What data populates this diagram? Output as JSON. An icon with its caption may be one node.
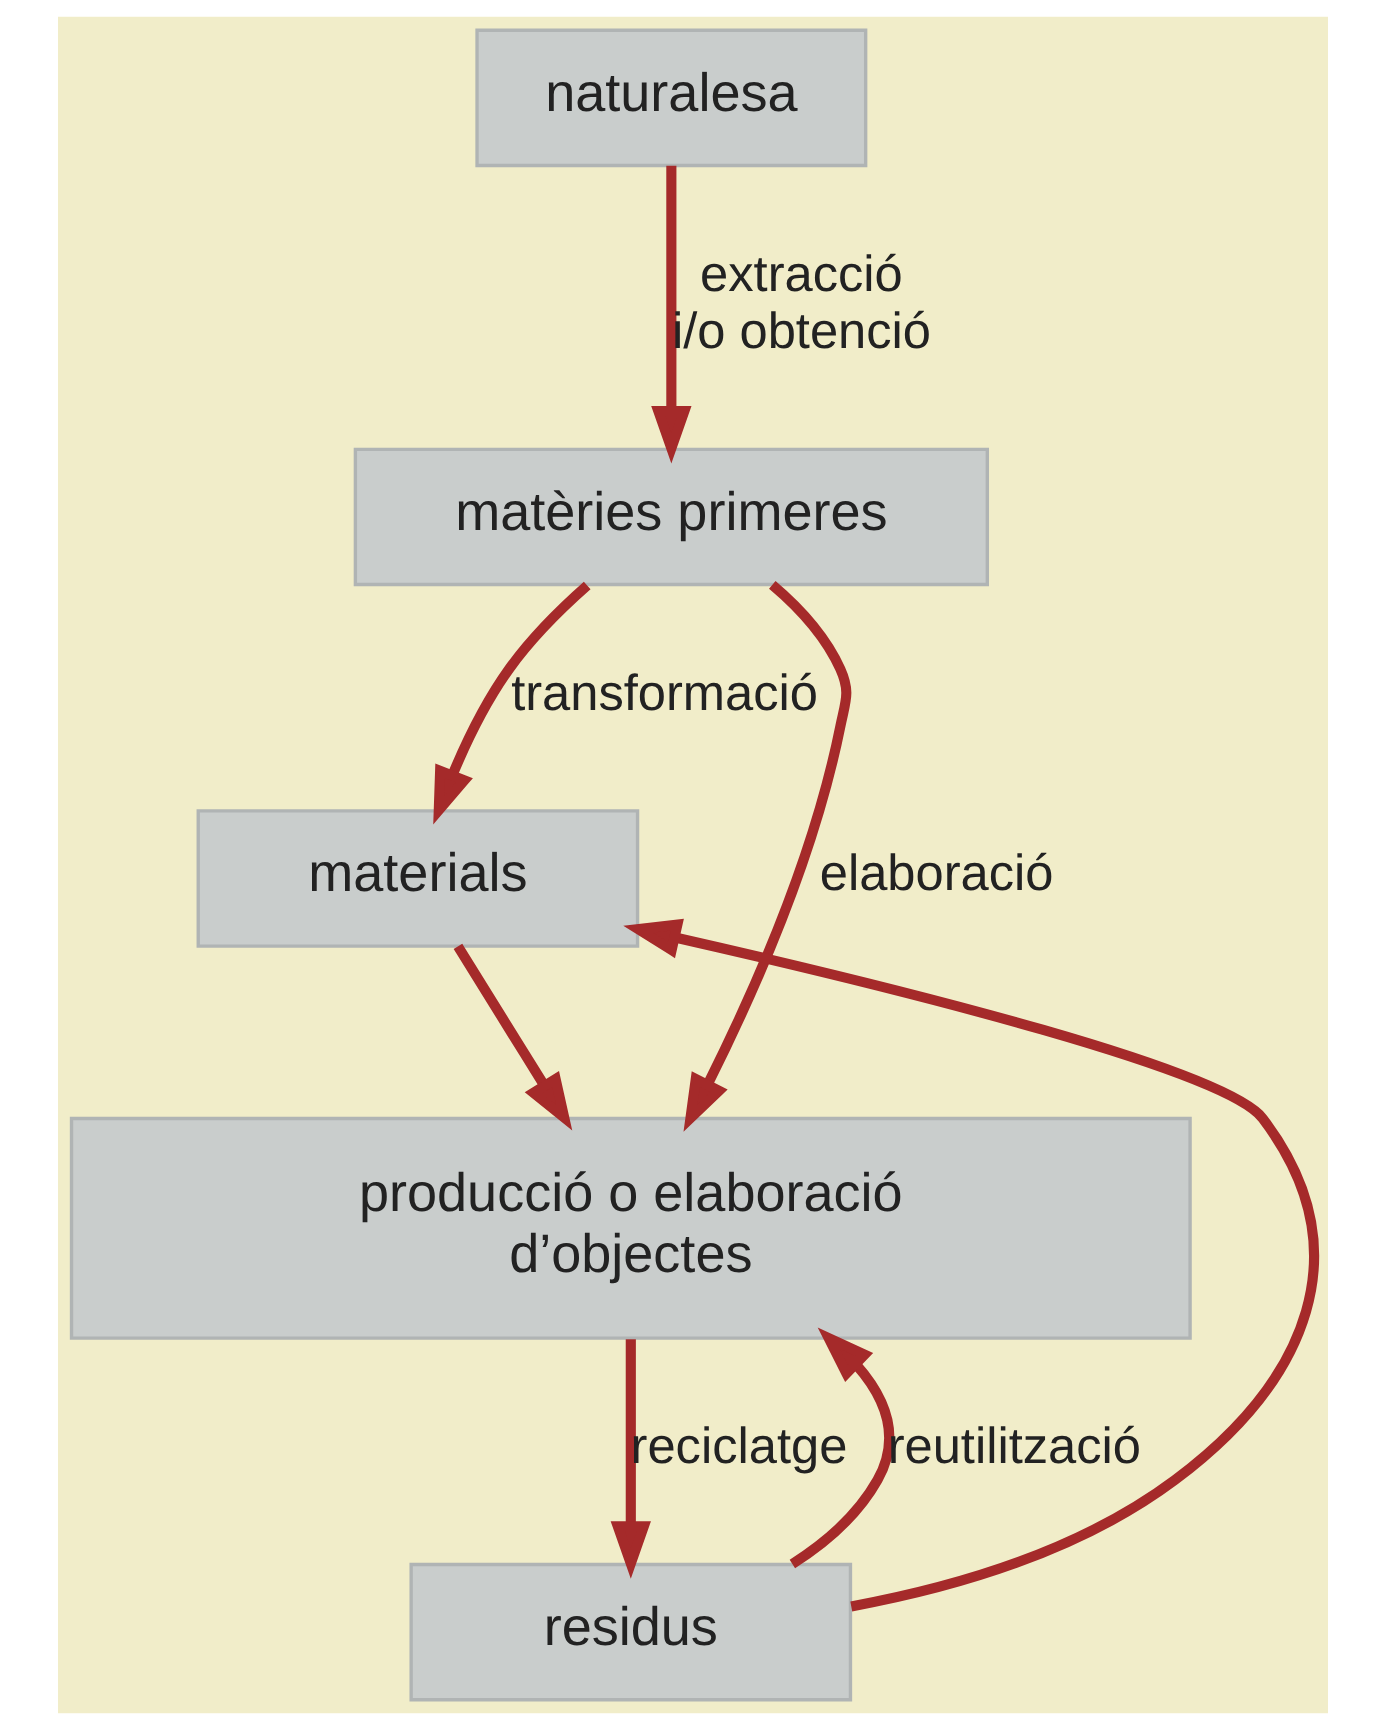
{
  "diagram": {
    "nodes": [
      {
        "text": [
          "naturalesa"
        ]
      },
      {
        "text": [
          "matèries primeres"
        ]
      },
      {
        "text": [
          "materials"
        ]
      },
      {
        "text": [
          "producció o elaboració d’objectes"
        ]
      },
      {
        "text": [
          "residus"
        ]
      }
    ],
    "edges": [
      {
        "from": 0,
        "to": 1,
        "arrow": "to",
        "label": "extracció i/o obtenció"
      },
      {
        "from": 1,
        "to": 2,
        "arrow": "to",
        "label": "transformació"
      },
      {
        "from": 1,
        "to": 3,
        "arrow": "to",
        "label": "elaboració"
      },
      {
        "from": 2,
        "to": 3,
        "arrow": "to"
      },
      {
        "from": 3,
        "to": 4,
        "arrow": "to",
        "label": "reciclatge"
      },
      {
        "from": 4,
        "to": 3,
        "arrow": "to",
        "label": "reutilització"
      },
      {
        "from": 4,
        "to": 2,
        "arrow": "to"
      }
    ]
  }
}
